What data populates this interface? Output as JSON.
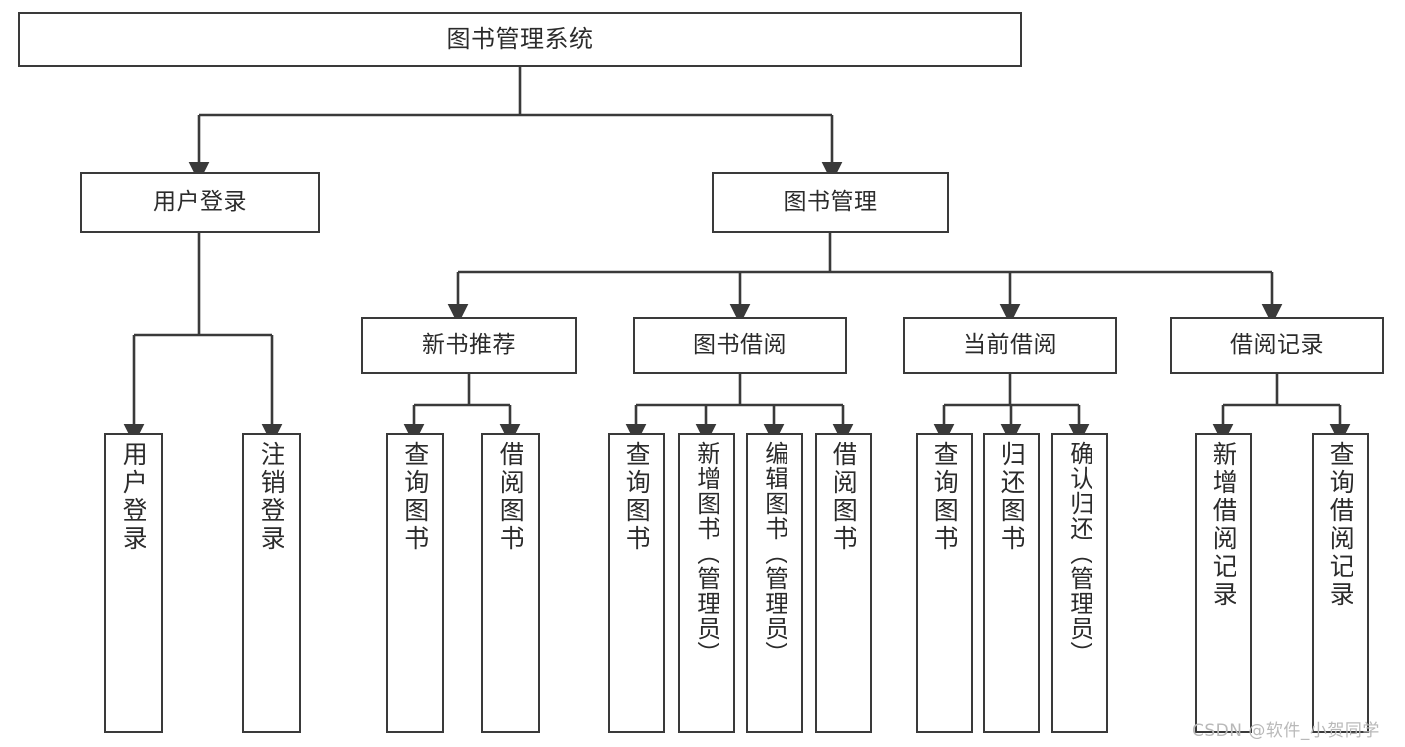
{
  "diagram": {
    "type": "tree-hierarchy-chart",
    "title": "图书管理系统",
    "line_color": "#3a3a3a",
    "box_fill": "#ffffff",
    "text_color": "#2b2b2b",
    "watermark": "CSDN @软件_小贺同学",
    "watermark_color": "#b9b9b9"
  },
  "nodes": {
    "root": {
      "label": "图书管理系统",
      "level": 0
    },
    "level1": [
      {
        "id": "user-login",
        "label": "用户登录"
      },
      {
        "id": "book-manage",
        "label": "图书管理"
      }
    ],
    "level2": [
      {
        "id": "new-book-recommend",
        "label": "新书推荐",
        "parent": "book-manage"
      },
      {
        "id": "book-borrow",
        "label": "图书借阅",
        "parent": "book-manage"
      },
      {
        "id": "current-borrow",
        "label": "当前借阅",
        "parent": "book-manage"
      },
      {
        "id": "borrow-record",
        "label": "借阅记录",
        "parent": "book-manage"
      }
    ],
    "leaves": [
      {
        "id": "leaf-user-login",
        "label": "用户登录",
        "parent": "user-login"
      },
      {
        "id": "leaf-logout-login",
        "label": "注销登录",
        "parent": "user-login"
      },
      {
        "id": "leaf-query-book-1",
        "label": "查询图书",
        "parent": "new-book-recommend"
      },
      {
        "id": "leaf-borrow-book-1",
        "label": "借阅图书",
        "parent": "new-book-recommend"
      },
      {
        "id": "leaf-query-book-2",
        "label": "查询图书",
        "parent": "book-borrow"
      },
      {
        "id": "leaf-add-book",
        "label": "新增图书（管理员）",
        "parent": "book-borrow"
      },
      {
        "id": "leaf-edit-book",
        "label": "编辑图书（管理员）",
        "parent": "book-borrow"
      },
      {
        "id": "leaf-borrow-book-2",
        "label": "借阅图书",
        "parent": "book-borrow"
      },
      {
        "id": "leaf-query-book-3",
        "label": "查询图书",
        "parent": "current-borrow"
      },
      {
        "id": "leaf-return-book",
        "label": "归还图书",
        "parent": "current-borrow"
      },
      {
        "id": "leaf-confirm-return",
        "label": "确认归还（管理员）",
        "parent": "current-borrow"
      },
      {
        "id": "leaf-add-record",
        "label": "新增借阅记录",
        "parent": "borrow-record"
      },
      {
        "id": "leaf-query-record",
        "label": "查询借阅记录",
        "parent": "borrow-record"
      }
    ]
  }
}
